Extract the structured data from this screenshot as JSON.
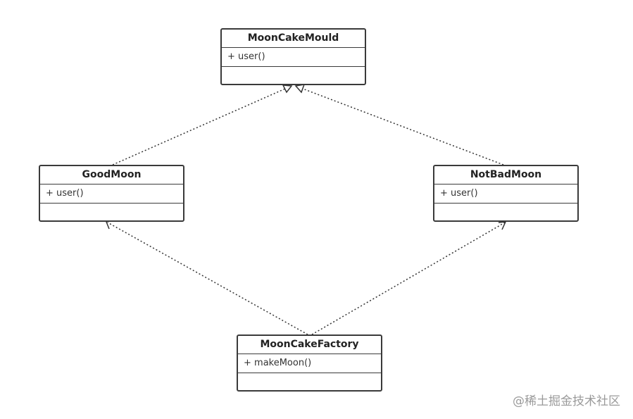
{
  "classes": {
    "mooncakemould": {
      "name": "MoonCakeMould",
      "method": "+ user()"
    },
    "goodmoon": {
      "name": "GoodMoon",
      "method": "+ user()"
    },
    "notbadmoon": {
      "name": "NotBadMoon",
      "method": "+ user()"
    },
    "mooncakefactory": {
      "name": "MoonCakeFactory",
      "method": "+ makeMoon()"
    }
  },
  "relationships": [
    {
      "from": "GoodMoon",
      "to": "MoonCakeMould",
      "type": "realization"
    },
    {
      "from": "NotBadMoon",
      "to": "MoonCakeMould",
      "type": "realization"
    },
    {
      "from": "MoonCakeFactory",
      "to": "GoodMoon",
      "type": "dependency"
    },
    {
      "from": "MoonCakeFactory",
      "to": "NotBadMoon",
      "type": "dependency"
    }
  ],
  "watermark": "@稀土掘金技术社区",
  "colors": {
    "border": "#3a3a3a",
    "watermark": "#9a9a9a"
  }
}
